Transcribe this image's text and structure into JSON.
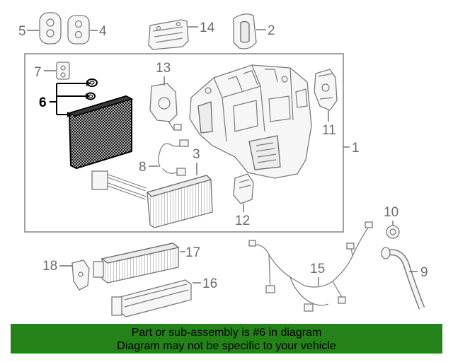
{
  "callouts": {
    "c1": "1",
    "c2": "2",
    "c3": "3",
    "c4": "4",
    "c5": "5",
    "c6": "6",
    "c7": "7",
    "c8": "8",
    "c9": "9",
    "c10": "10",
    "c11": "11",
    "c12": "12",
    "c13": "13",
    "c14": "14",
    "c15": "15",
    "c16": "16",
    "c17": "17",
    "c18": "18"
  },
  "banner": {
    "line1": "Part or sub-assembly is #6 in diagram",
    "line2": "Diagram may not be specific to your vehicle",
    "color": "#248219"
  },
  "highlight_part": "6"
}
